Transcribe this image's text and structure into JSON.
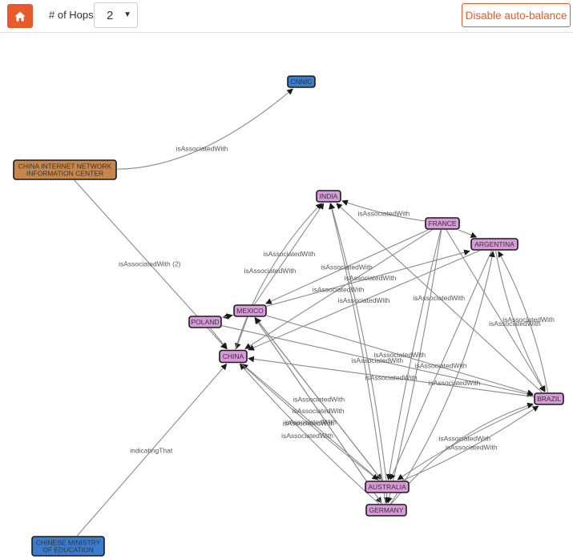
{
  "toolbar": {
    "hops_label": "# of Hops",
    "hops_value": "2",
    "auto_balance_label": "Disable auto-balance"
  },
  "colors": {
    "accent": "#e8592c",
    "country": "#d99ad9",
    "org_blue": "#3b7ccc",
    "org_brown": "#c8874a",
    "edge": "#8a8a8a"
  },
  "nodes": [
    {
      "id": "cnnic",
      "lines": [
        "CNNIC"
      ],
      "kind": "blue"
    },
    {
      "id": "cinic",
      "lines": [
        "CHINA INTERNET NETWORK",
        "INFORMATION CENTER"
      ],
      "kind": "brown"
    },
    {
      "id": "india",
      "lines": [
        "INDIA"
      ],
      "kind": "country"
    },
    {
      "id": "france",
      "lines": [
        "FRANCE"
      ],
      "kind": "country"
    },
    {
      "id": "argentina",
      "lines": [
        "ARGENTINA"
      ],
      "kind": "country"
    },
    {
      "id": "mexico",
      "lines": [
        "MEXICO"
      ],
      "kind": "country"
    },
    {
      "id": "poland",
      "lines": [
        "POLAND"
      ],
      "kind": "country"
    },
    {
      "id": "china",
      "lines": [
        "CHINA"
      ],
      "kind": "country",
      "highlight": true
    },
    {
      "id": "brazil",
      "lines": [
        "BRAZIL"
      ],
      "kind": "country"
    },
    {
      "id": "australia",
      "lines": [
        "AUSTRALIA"
      ],
      "kind": "country"
    },
    {
      "id": "germany",
      "lines": [
        "GERMANY"
      ],
      "kind": "country"
    },
    {
      "id": "cmoe",
      "lines": [
        "CHINESE MINISTRY",
        "OF EDUCATION"
      ],
      "kind": "blue"
    }
  ],
  "edges": [
    {
      "from": "cinic",
      "to": "cnnic",
      "label": "isAssociatedWith",
      "bend": 0.18
    },
    {
      "from": "cinic",
      "to": "china",
      "label": "isAssociatedWith (2)",
      "bend": 0.0
    },
    {
      "from": "cmoe",
      "to": "china",
      "label": "indicatingThat",
      "bend": 0.0
    },
    {
      "from": "france",
      "to": "india",
      "label": "isAssociatedWith",
      "bend": -0.05
    },
    {
      "from": "france",
      "to": "argentina",
      "label": "",
      "bend": 0.0
    },
    {
      "from": "france",
      "to": "mexico",
      "label": "isAssociatedWith",
      "bend": 0.0
    },
    {
      "from": "france",
      "to": "china",
      "label": "isAssociatedWith",
      "bend": 0.0
    },
    {
      "from": "france",
      "to": "australia",
      "label": "",
      "bend": 0.02
    },
    {
      "from": "france",
      "to": "germany",
      "label": "",
      "bend": -0.02
    },
    {
      "from": "france",
      "to": "brazil",
      "label": "",
      "bend": 0.0
    },
    {
      "from": "mexico",
      "to": "argentina",
      "label": "isAssociatedWith",
      "bend": 0.0
    },
    {
      "from": "mexico",
      "to": "poland",
      "label": "",
      "bend": 0.0
    },
    {
      "from": "mexico",
      "to": "china",
      "label": "",
      "bend": 0.0
    },
    {
      "from": "mexico",
      "to": "brazil",
      "label": "isAssociatedWith",
      "bend": 0.0
    },
    {
      "from": "mexico",
      "to": "australia",
      "label": "",
      "bend": 0.0
    },
    {
      "from": "mexico",
      "to": "germany",
      "label": "",
      "bend": 0.0
    },
    {
      "from": "argentina",
      "to": "china",
      "label": "isAssociatedWith",
      "bend": 0.0
    },
    {
      "from": "argentina",
      "to": "brazil",
      "label": "isAssociatedWith",
      "bend": 0.08
    },
    {
      "from": "brazil",
      "to": "argentina",
      "label": "isAssociatedWith",
      "bend": 0.08
    },
    {
      "from": "argentina",
      "to": "australia",
      "label": "isAssociatedWith",
      "bend": 0.0
    },
    {
      "from": "china",
      "to": "india",
      "label": "isAssociatedWith",
      "bend": -0.12
    },
    {
      "from": "poland",
      "to": "china",
      "label": "",
      "bend": 0.0
    },
    {
      "from": "poland",
      "to": "brazil",
      "label": "isAssociatedWith",
      "bend": 0.0
    },
    {
      "from": "poland",
      "to": "mexico",
      "label": "",
      "bend": 0.0
    },
    {
      "from": "mexico",
      "to": "india",
      "label": "isAssociatedWith",
      "bend": 0.0
    },
    {
      "from": "brazil",
      "to": "india",
      "label": "isAssociatedWith",
      "bend": 0.0
    },
    {
      "from": "brazil",
      "to": "china",
      "label": "isAssociatedWith",
      "bend": 0.0
    },
    {
      "from": "brazil",
      "to": "australia",
      "label": "isAssociatedWith",
      "bend": 0.05
    },
    {
      "from": "australia",
      "to": "brazil",
      "label": "isAssociatedWith",
      "bend": 0.05
    },
    {
      "from": "australia",
      "to": "china",
      "label": "isAssociatedWith",
      "bend": 0.0
    },
    {
      "from": "germany",
      "to": "china",
      "label": "isAssociatedWith",
      "bend": -0.03
    },
    {
      "from": "australia",
      "to": "mexico",
      "label": "isAssociatedWith",
      "bend": 0.0
    },
    {
      "from": "australia",
      "to": "india",
      "label": "",
      "bend": 0.04
    },
    {
      "from": "australia",
      "to": "germany",
      "label": "",
      "bend": 0.0
    },
    {
      "from": "germany",
      "to": "brazil",
      "label": "",
      "bend": -0.15
    },
    {
      "from": "germany",
      "to": "argentina",
      "label": "isAssociatedWith",
      "bend": 0.1
    },
    {
      "from": "china",
      "to": "australia",
      "label": "isAssociatedWith",
      "bend": 0.02
    },
    {
      "from": "germany",
      "to": "mexico",
      "label": "isAssociatedWith",
      "bend": 0.0
    },
    {
      "from": "germany",
      "to": "india",
      "label": "",
      "bend": 0.03
    }
  ]
}
